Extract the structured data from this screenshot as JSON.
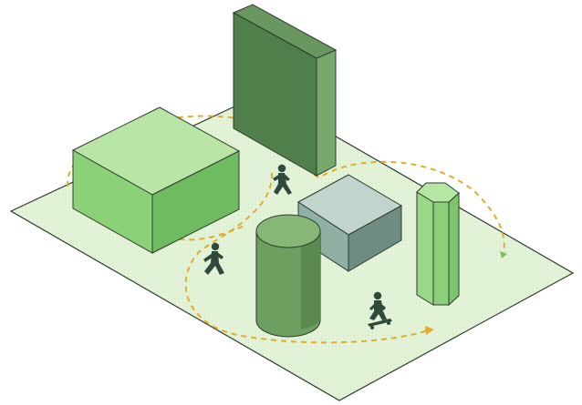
{
  "scene": {
    "background": "#ffffff",
    "ground_fill": "#e6f3dc",
    "ground_grid": "#cde6bd",
    "outline": "#2f3b2f",
    "path_color": "#e0ad2e"
  },
  "objects": [
    {
      "name": "wide-box",
      "colors": {
        "top": "#b9e5a6",
        "left": "#8bd178",
        "right": "#6fbc60"
      }
    },
    {
      "name": "tall-slab",
      "colors": {
        "top": "#6a9660",
        "left": "#4f7f4a",
        "right": "#77a86d"
      }
    },
    {
      "name": "small-cube",
      "colors": {
        "top": "#c1d5cc",
        "left": "#8fb0a2",
        "right": "#6f8c82"
      }
    },
    {
      "name": "cylinder",
      "colors": {
        "top": "#86b779",
        "body": "#6d9f61",
        "shade": "#5a8a50"
      }
    },
    {
      "name": "hex-prism",
      "colors": {
        "top": "#b5e6a4",
        "left": "#9ad889",
        "right": "#7cc56c"
      }
    }
  ],
  "figures": [
    {
      "name": "runner-top",
      "color": "#2f4a3b"
    },
    {
      "name": "runner-left",
      "color": "#2f4a3b"
    },
    {
      "name": "skateboarder",
      "color": "#2f4a3b"
    }
  ]
}
